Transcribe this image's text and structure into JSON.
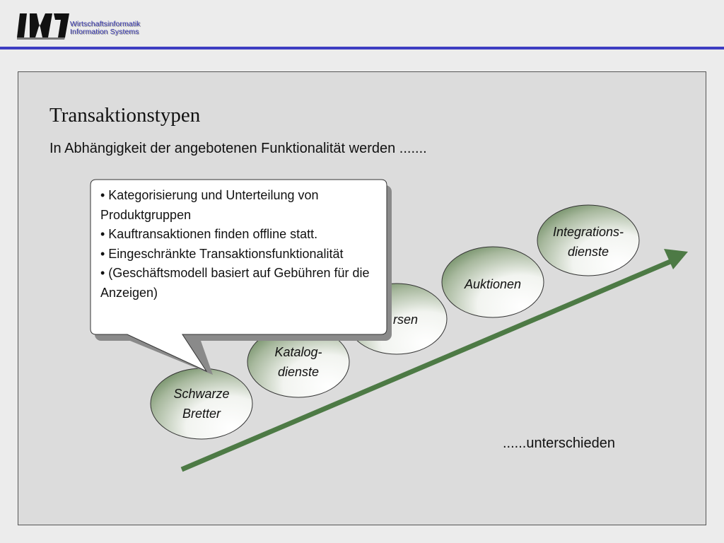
{
  "header": {
    "logo_line1": "Wirtschaftsinformatik",
    "logo_line2": "Information Systems",
    "accent_color": "#3d3dc2"
  },
  "slide": {
    "title": "Transaktionstypen",
    "subtitle": "In Abhängigkeit der angebotenen Funktionalität werden .......",
    "closing": "......unterschieden"
  },
  "stages": [
    {
      "line1": "Schwarze",
      "line2": "Bretter"
    },
    {
      "line1": "Katalog-",
      "line2": "dienste"
    },
    {
      "line1": "rsen",
      "line2": ""
    },
    {
      "line1": "Auktionen",
      "line2": ""
    },
    {
      "line1": "Integrations-",
      "line2": "dienste"
    }
  ],
  "callout": {
    "bullets": [
      "• Kategorisierung und Unterteilung von Produktgruppen",
      "• Kauftransaktionen finden offline statt.",
      "• Eingeschränkte Transaktionsfunktionalität",
      "• (Geschäftsmodell basiert auf Gebühren für die Anzeigen)"
    ]
  },
  "colors": {
    "arrow": "#4d7a45",
    "oval_dark": "#6c8a60",
    "oval_light": "#ffffff"
  }
}
